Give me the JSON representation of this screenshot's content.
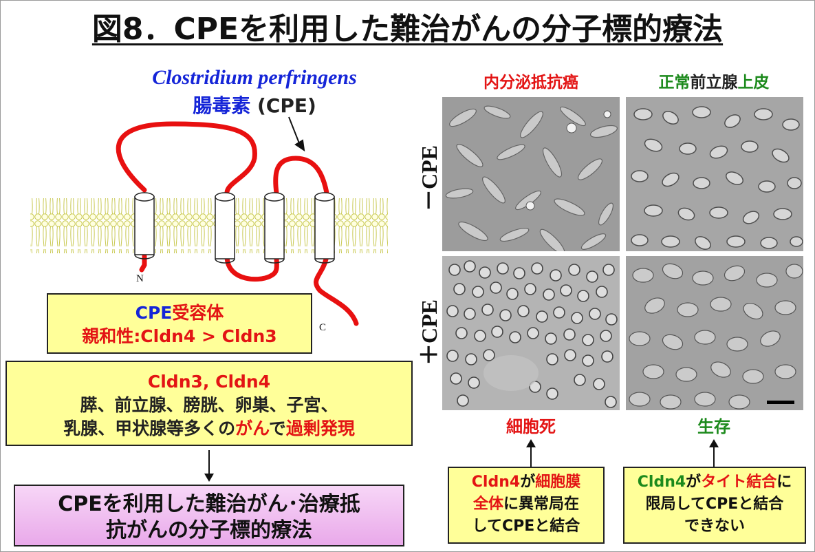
{
  "title": "図8．CPEを利用した難治がんの分子標的療法",
  "cpe": {
    "latin_name": "Clostridium perfringens",
    "jp_name": "腸毒素",
    "abbr": "(CPE)"
  },
  "membrane": {
    "n_label": "N",
    "c_label": "C"
  },
  "receptor_box": {
    "line1_cpe": "CPE",
    "line1_rest": "受容体",
    "line2_label": "親和性",
    "line2_value": ":Cldn4 > Cldn3"
  },
  "overexpression_box": {
    "line1": "Cldn3, Cldn4",
    "line2": "膵、前立腺、膀胱、卵巣、子宮、",
    "line3_a": "乳腺、甲状腺等多くの",
    "line3_b": "がん",
    "line3_c": "で",
    "line3_d": "過剰発現"
  },
  "therapy_box": {
    "line1": "CPEを利用した難治がん･治療抵",
    "line2": "抗がんの分子標的療法"
  },
  "columns": {
    "cancer": "内分泌抵抗癌",
    "normal_a": "正常",
    "normal_b": "前立腺",
    "normal_c": "上皮"
  },
  "rows": {
    "minus": "－CPE",
    "plus": "＋CPE"
  },
  "outcomes": {
    "cancer": "細胞死",
    "normal": "生存"
  },
  "explanations": {
    "cancer_a": "Cldn4",
    "cancer_b": "が",
    "cancer_c": "細胞膜",
    "cancer_d": "全体",
    "cancer_e": "に異常局在",
    "cancer_f": "してCPEと結合",
    "normal_a": "Cldn4",
    "normal_b": "が",
    "normal_c": "タイト結合",
    "normal_d": "に",
    "normal_e": "限局してCPEと結合",
    "normal_f": "できない"
  },
  "colors": {
    "red": "#e31414",
    "blue": "#1525d8",
    "green": "#1c8a1c",
    "yellow_box": "#ffff99",
    "pink_box": "#e9a9ea",
    "lipid": "#c8c850"
  }
}
